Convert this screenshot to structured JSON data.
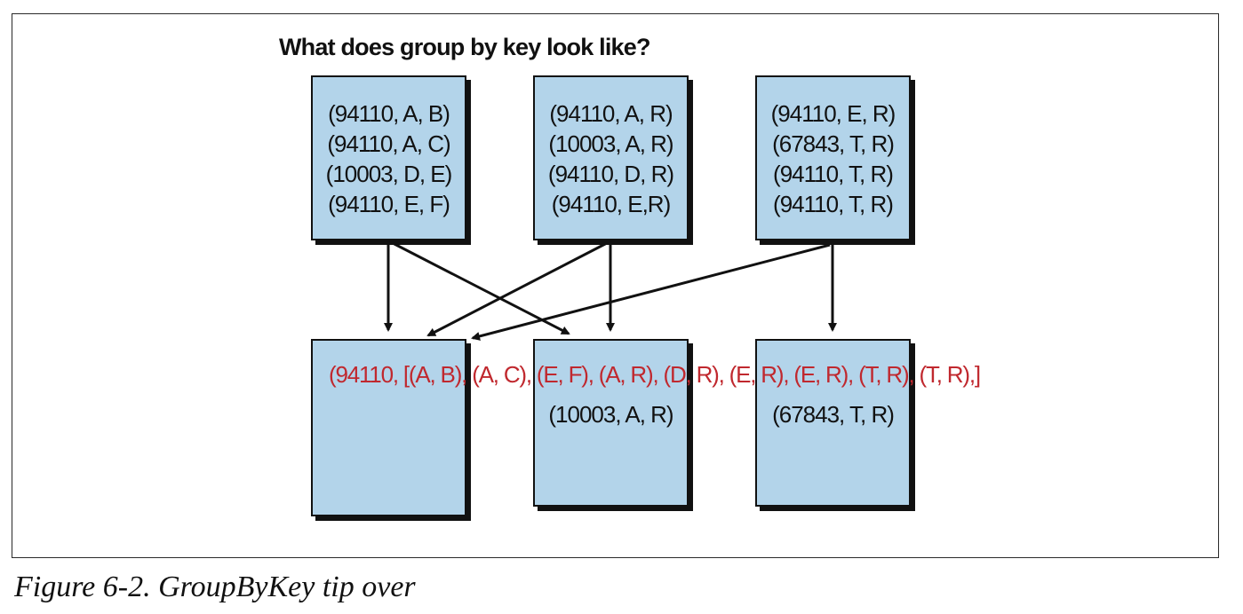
{
  "title": "What does group by key look like?",
  "source_boxes": [
    {
      "lines": [
        "(94110, A, B)",
        "(94110, A, C)",
        "(10003, D, E)",
        "(94110, E, F)"
      ]
    },
    {
      "lines": [
        "(94110, A, R)",
        "(10003, A, R)",
        "(94110, D, R)",
        "(94110, E,R)"
      ]
    },
    {
      "lines": [
        "(94110, E, R)",
        "(67843, T, R)",
        "(94110, T, R)",
        "(94110, T, R)"
      ]
    }
  ],
  "target_boxes": [
    {
      "lines": []
    },
    {
      "lines": [
        "(10003, A, R)"
      ]
    },
    {
      "lines": [
        "(67843, T, R)"
      ]
    }
  ],
  "grouped_result": "(94110, [(A, B), (A, C), (E, F), (A, R), (D, R), (E, R), (E, R), (T, R), (T, R),]",
  "caption": "Figure 6-2. GroupByKey tip over",
  "colors": {
    "box_fill": "#b3d4ea",
    "highlight_text": "#c0282e"
  }
}
